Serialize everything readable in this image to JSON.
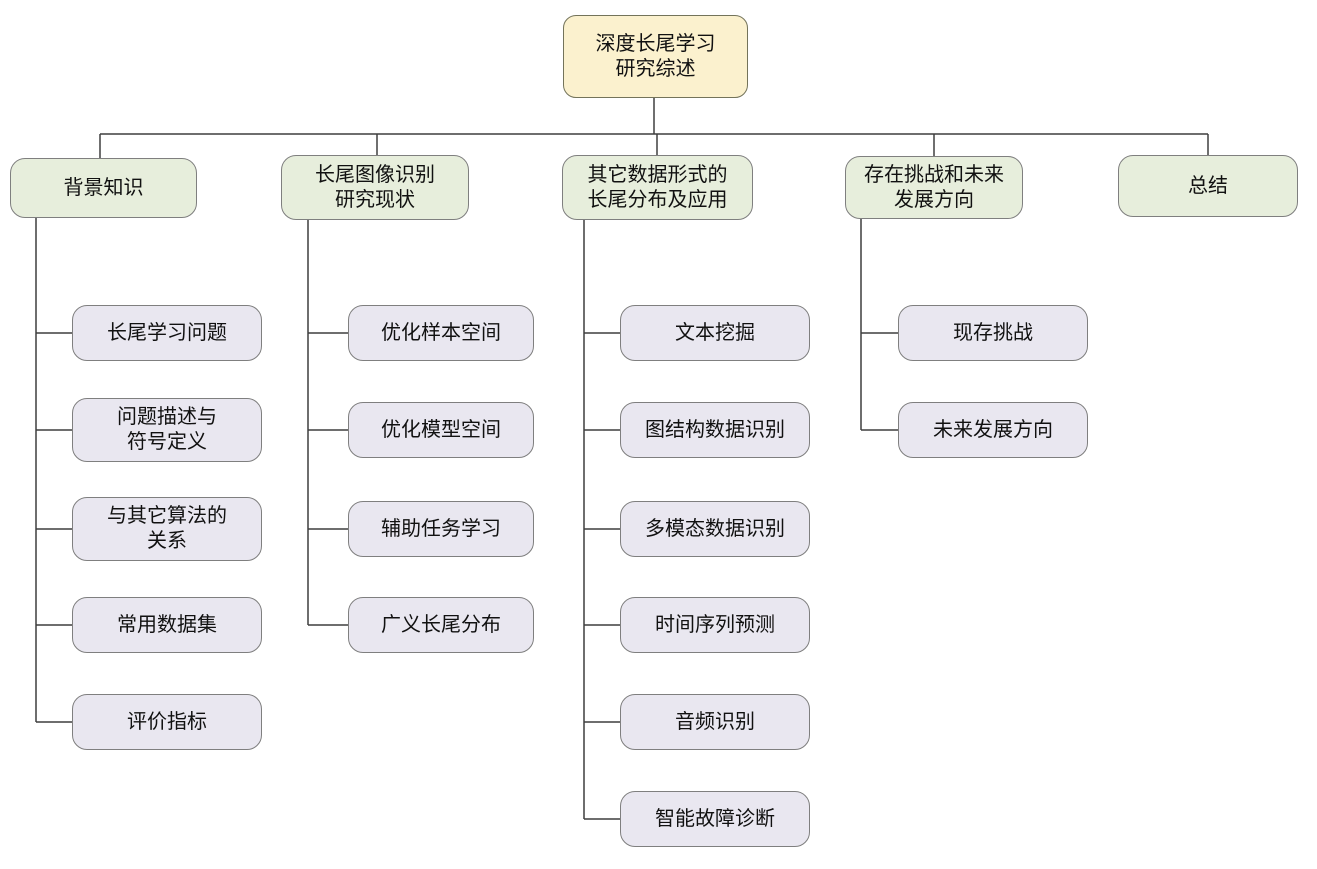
{
  "diagram": {
    "background_color": "#ffffff",
    "colors": {
      "root_fill": "#FBF1CE",
      "root_border": "#73735A",
      "branch_fill": "#E7EEDC",
      "branch_border": "#7F7F7F",
      "leaf_fill": "#E9E7F0",
      "leaf_border": "#7F7F7F",
      "connector": "#3F3F3F",
      "text": "#111111"
    },
    "root": {
      "id": "root",
      "label_lines": [
        "深度长尾学习",
        "研究综述"
      ]
    },
    "branches": [
      {
        "id": "background-knowledge",
        "label_lines": [
          "背景知识"
        ],
        "children": [
          {
            "id": "long-tail-learning-problem",
            "label_lines": [
              "长尾学习问题"
            ]
          },
          {
            "id": "problem-description-notation",
            "label_lines": [
              "问题描述与",
              "符号定义"
            ]
          },
          {
            "id": "relation-to-other-algorithms",
            "label_lines": [
              "与其它算法的",
              "关系"
            ]
          },
          {
            "id": "common-datasets",
            "label_lines": [
              "常用数据集"
            ]
          },
          {
            "id": "evaluation-metrics",
            "label_lines": [
              "评价指标"
            ]
          }
        ]
      },
      {
        "id": "long-tail-image-recognition-status",
        "label_lines": [
          "长尾图像识别",
          "研究现状"
        ],
        "children": [
          {
            "id": "optimize-sample-space",
            "label_lines": [
              "优化样本空间"
            ]
          },
          {
            "id": "optimize-model-space",
            "label_lines": [
              "优化模型空间"
            ]
          },
          {
            "id": "auxiliary-task-learning",
            "label_lines": [
              "辅助任务学习"
            ]
          },
          {
            "id": "generalized-long-tail-distribution",
            "label_lines": [
              "广义长尾分布"
            ]
          }
        ]
      },
      {
        "id": "other-data-forms-applications",
        "label_lines": [
          "其它数据形式的",
          "长尾分布及应用"
        ],
        "children": [
          {
            "id": "text-mining",
            "label_lines": [
              "文本挖掘"
            ]
          },
          {
            "id": "graph-data-recognition",
            "label_lines": [
              "图结构数据识别"
            ]
          },
          {
            "id": "multimodal-data-recognition",
            "label_lines": [
              "多模态数据识别"
            ]
          },
          {
            "id": "time-series-forecasting",
            "label_lines": [
              "时间序列预测"
            ]
          },
          {
            "id": "audio-recognition",
            "label_lines": [
              "音频识别"
            ]
          },
          {
            "id": "intelligent-fault-diagnosis",
            "label_lines": [
              "智能故障诊断"
            ]
          }
        ]
      },
      {
        "id": "challenges-and-future-directions",
        "label_lines": [
          "存在挑战和未来",
          "发展方向"
        ],
        "children": [
          {
            "id": "existing-challenges",
            "label_lines": [
              "现存挑战"
            ]
          },
          {
            "id": "future-directions",
            "label_lines": [
              "未来发展方向"
            ]
          }
        ]
      },
      {
        "id": "summary",
        "label_lines": [
          "总结"
        ],
        "children": []
      }
    ]
  }
}
